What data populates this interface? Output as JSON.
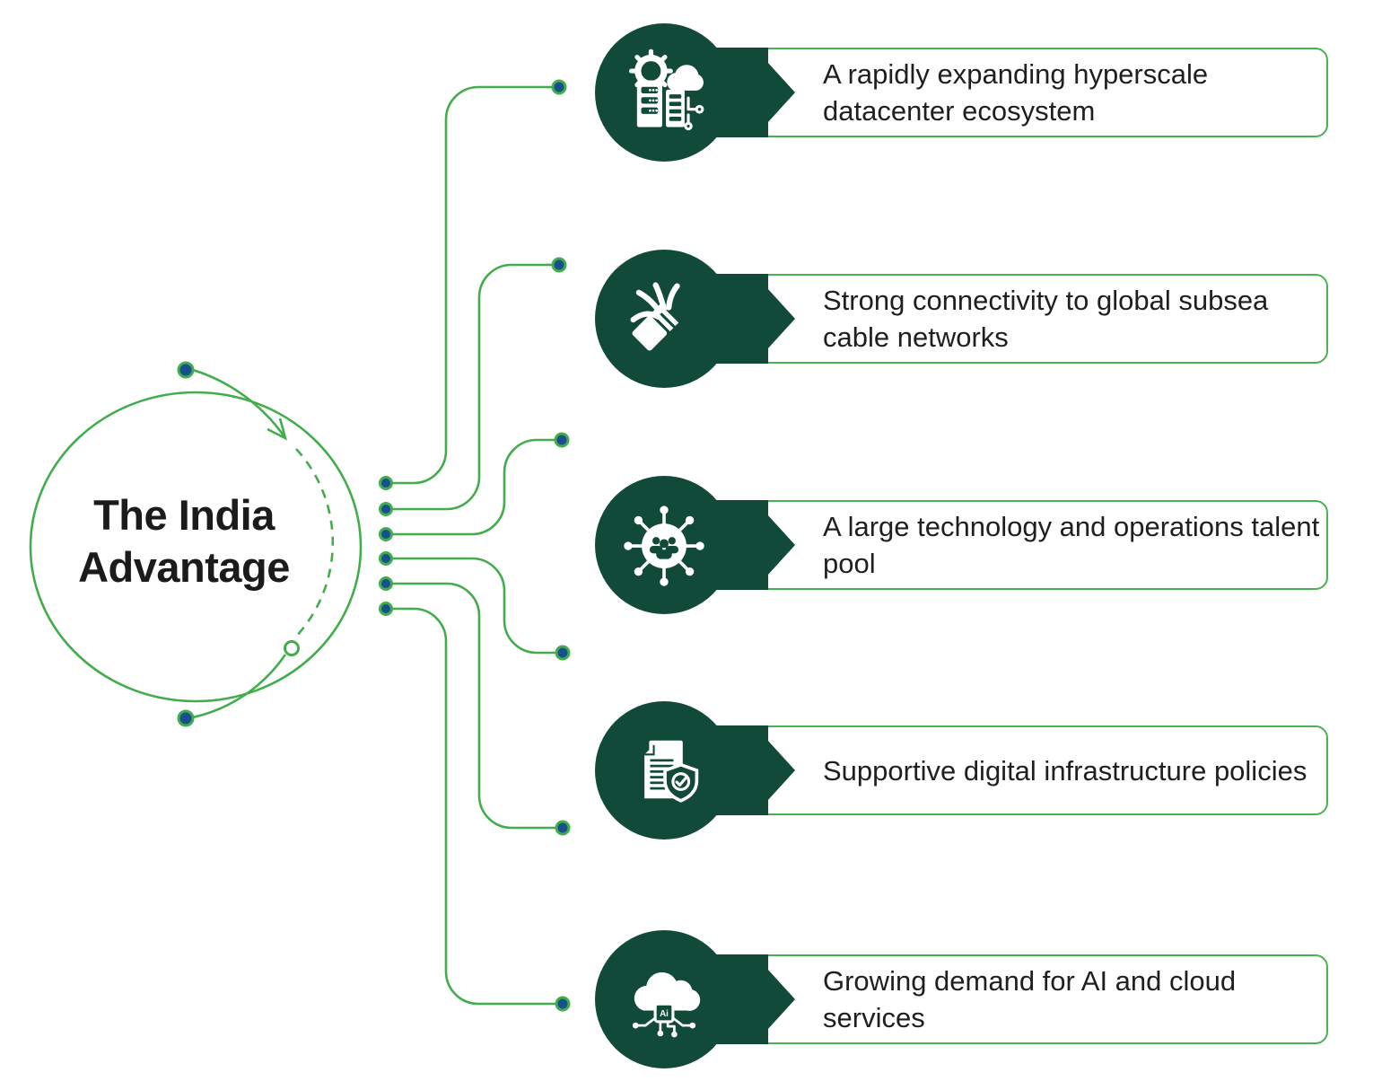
{
  "center": {
    "title": "The India Advantage"
  },
  "items": [
    {
      "icon": "datacenter-icon",
      "text": "A rapidly expanding hyperscale datacenter ecosystem"
    },
    {
      "icon": "subsea-cable-icon",
      "text": "Strong connectivity to global subsea cable networks"
    },
    {
      "icon": "talent-network-icon",
      "text": "A large technology and operations talent pool"
    },
    {
      "icon": "policy-document-icon",
      "text": "Supportive digital infrastructure policies"
    },
    {
      "icon": "ai-cloud-icon",
      "text": "Growing demand for AI and cloud services",
      "icon_label": "Ai"
    }
  ],
  "colors": {
    "dark_green": "#124A3A",
    "line_green": "#43AD4D",
    "pill_border_green": "#4CB152",
    "node_blue": "#17508C",
    "text_black": "#1F1F1F",
    "background": "#FFFFFF"
  }
}
